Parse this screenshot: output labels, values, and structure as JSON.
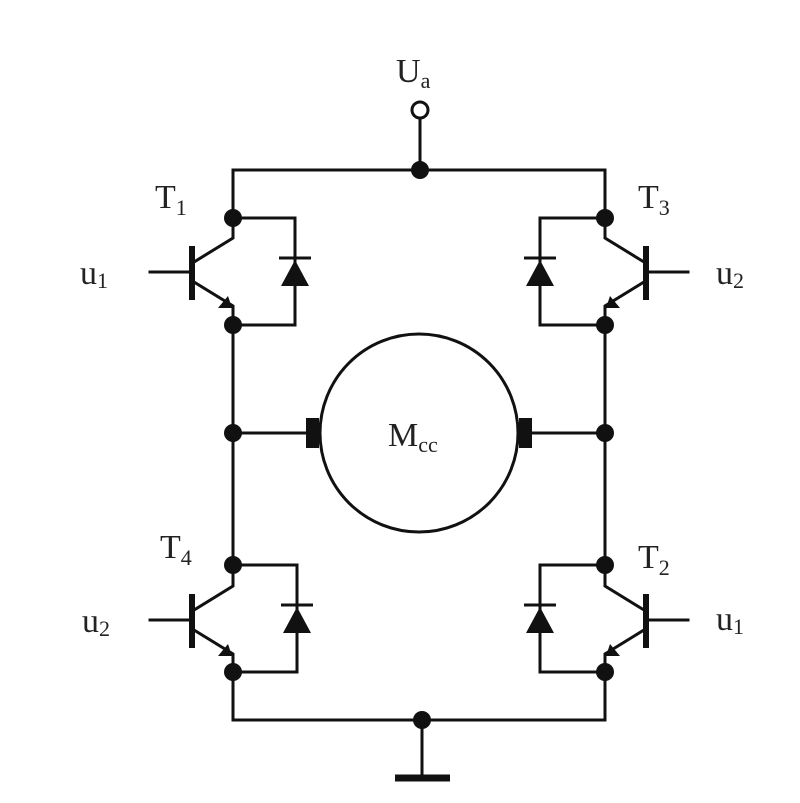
{
  "supply": {
    "letter": "U",
    "sub": "a"
  },
  "motor": {
    "letter": "M",
    "sub": "cc"
  },
  "transistors": {
    "t1": {
      "letter": "T",
      "sub": "1"
    },
    "t2": {
      "letter": "T",
      "sub": "2"
    },
    "t3": {
      "letter": "T",
      "sub": "3"
    },
    "t4": {
      "letter": "T",
      "sub": "4"
    }
  },
  "inputs": {
    "t1": {
      "letter": "u",
      "sub": "1"
    },
    "t2": {
      "letter": "u",
      "sub": "1"
    },
    "t3": {
      "letter": "u",
      "sub": "2"
    },
    "t4": {
      "letter": "u",
      "sub": "2"
    }
  },
  "colors": {
    "ink": "#111111",
    "background": "#ffffff"
  }
}
